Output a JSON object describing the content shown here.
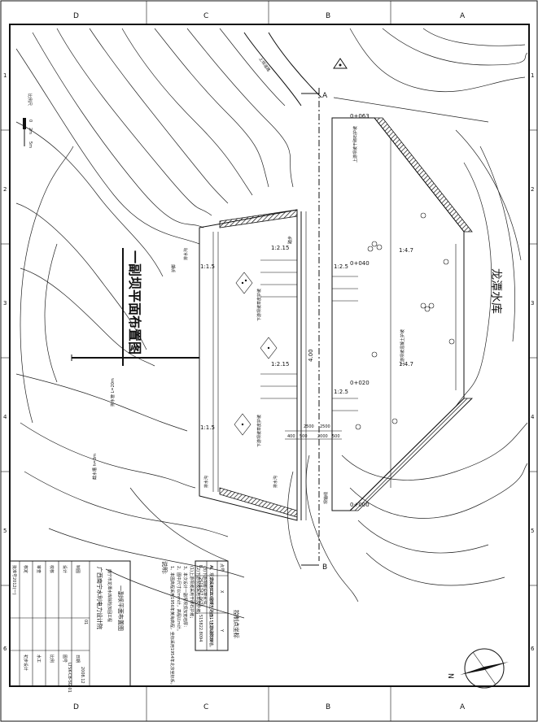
{
  "drawing": {
    "title": "一副坝平面布置图",
    "reservoir_label": "龙潭水库",
    "border_letters_top": [
      "D",
      "C",
      "B",
      "A"
    ],
    "border_letters_bottom": [
      "D",
      "C",
      "B",
      "A"
    ],
    "border_numbers_left": [
      "1",
      "2",
      "3",
      "4",
      "5",
      "6"
    ],
    "border_numbers_right": [
      "1",
      "2",
      "3",
      "4",
      "5",
      "6"
    ],
    "scale_label": "比例尺",
    "scale_ticks": [
      "0",
      "2m",
      "5m"
    ],
    "section_marker_top": "A",
    "section_marker_bottom": "B",
    "road_label": "上坝道路",
    "axis_label": "坝轴线",
    "crest_width": "4.00",
    "crest_elevation": "坝顶",
    "stations": [
      "0+063",
      "0+040",
      "0+020",
      "0+000"
    ],
    "slopes": {
      "upstream_1": "1:4.7",
      "upstream_2": "1:4.7",
      "downstream_1": "1:2.15",
      "downstream_2": "1:2.15",
      "downstream_3": "1:2.5",
      "downstream_4": "1:2.5",
      "left_1": "1:1.5",
      "left_2": "1:1.5"
    },
    "dims": [
      "2500",
      "2500",
      "400",
      "500",
      "2000",
      "500"
    ],
    "labels": {
      "upstream_protect": "上游坝坡干砌石护坡",
      "upstream_protect_2": "上游坝坡混凝土护坡",
      "downstream_protect_1": "下游坝坡草皮护坡",
      "downstream_protect_2": "下游坝坡草皮护坡",
      "drain_1": "排水沟",
      "drain_2": "排水沟",
      "drain_3": "排水沟",
      "step": "踏步",
      "pipe": "排水管 L=20m",
      "culvert": "截水槽 h=3m",
      "control_points": "控制点坐标",
      "protect_strip": "护脚"
    },
    "coords": {
      "header": [
        "点号",
        "X",
        "Y"
      ],
      "rows": [
        [
          "A",
          "2516301.0877",
          "515823.8039"
        ],
        [
          "B",
          "2516247.0621",
          "515822.8094"
        ]
      ]
    },
    "notes": {
      "heading": "说明:",
      "items": [
        "1、本图高程采用1956年黄海高程，坐标采用1954年北京坐标系。",
        "2、图中尺寸以mm计，高程以m计。",
        "3、本次设计一副坝坝顶加宽培厚：",
        "(1)上游坝坡采用干砌石护坡；",
        "(2)下游坝坡采用草皮护坡；",
        "(3)下游坝脚设排水沟。",
        "4、坝顶采用C20混凝土路面，上游设防浪墙。"
      ]
    },
    "title_block": {
      "institute": "广西南宁水利电力设计院",
      "project": "南宁市龙潭水库除险加固工程",
      "drawing_name": "一副坝平面布置图",
      "roles": [
        "核定",
        "审查",
        "校核",
        "设计",
        "制图"
      ],
      "stage": "初步设计",
      "specialty": "水工",
      "scale_label": "比例",
      "drawing_no_label": "图号",
      "drawing_no": "LTSK-CB-SG-01",
      "date_label": "日期",
      "date": "2008.12",
      "sheet": "01",
      "approved_no": "批准号2012(一)"
    }
  }
}
